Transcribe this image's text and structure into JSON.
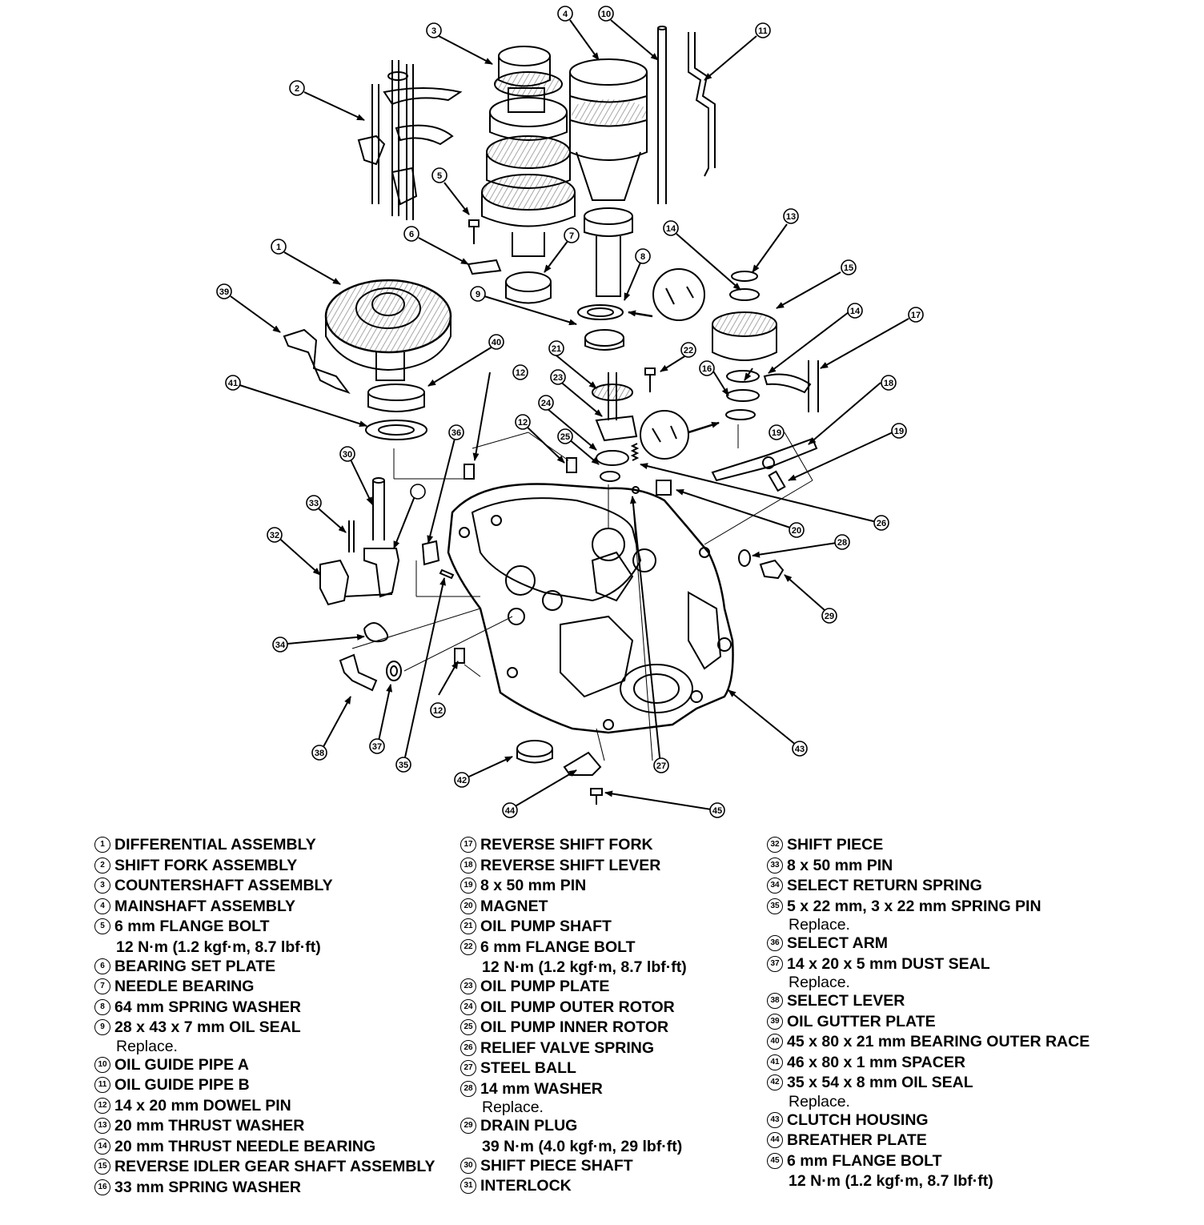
{
  "callouts": {
    "c1": "1",
    "c2": "2",
    "c3": "3",
    "c4": "4",
    "c5": "5",
    "c6": "6",
    "c7": "7",
    "c8": "8",
    "c9": "9",
    "c10": "10",
    "c11": "11",
    "c12a": "12",
    "c12b": "12",
    "c12c": "12",
    "c13": "13",
    "c14a": "14",
    "c14b": "14",
    "c15": "15",
    "c16": "16",
    "c17": "17",
    "c18": "18",
    "c19a": "19",
    "c19b": "19",
    "c20": "20",
    "c21": "21",
    "c22": "22",
    "c23": "23",
    "c24": "24",
    "c25": "25",
    "c26": "26",
    "c27": "27",
    "c28": "28",
    "c29": "29",
    "c30": "30",
    "c32": "32",
    "c33": "33",
    "c34": "34",
    "c35": "35",
    "c36": "36",
    "c37": "37",
    "c38": "38",
    "c39": "39",
    "c40": "40",
    "c41": "41",
    "c42": "42",
    "c43": "43",
    "c44": "44",
    "c45": "45"
  },
  "legend": {
    "col1": [
      {
        "num": "1",
        "text": "DIFFERENTIAL ASSEMBLY"
      },
      {
        "num": "2",
        "text": "SHIFT FORK ASSEMBLY"
      },
      {
        "num": "3",
        "text": "COUNTERSHAFT ASSEMBLY"
      },
      {
        "num": "4",
        "text": "MAINSHAFT ASSEMBLY"
      },
      {
        "num": "5",
        "text": "6 mm FLANGE BOLT",
        "spec": "12 N·m (1.2 kgf·m, 8.7 lbf·ft)"
      },
      {
        "num": "6",
        "text": "BEARING SET PLATE"
      },
      {
        "num": "7",
        "text": "NEEDLE BEARING"
      },
      {
        "num": "8",
        "text": "64 mm SPRING WASHER"
      },
      {
        "num": "9",
        "text": "28 x 43 x 7 mm OIL SEAL",
        "note": "Replace."
      },
      {
        "num": "10",
        "text": "OIL GUIDE PIPE A"
      },
      {
        "num": "11",
        "text": "OIL GUIDE PIPE B"
      },
      {
        "num": "12",
        "text": "14 x 20 mm DOWEL PIN"
      },
      {
        "num": "13",
        "text": "20 mm THRUST WASHER"
      },
      {
        "num": "14",
        "text": "20 mm THRUST NEEDLE BEARING"
      },
      {
        "num": "15",
        "text": "REVERSE IDLER GEAR SHAFT ASSEMBLY"
      },
      {
        "num": "16",
        "text": "33 mm SPRING WASHER"
      }
    ],
    "col2": [
      {
        "num": "17",
        "text": "REVERSE SHIFT FORK"
      },
      {
        "num": "18",
        "text": "REVERSE SHIFT LEVER"
      },
      {
        "num": "19",
        "text": "8 x 50 mm PIN"
      },
      {
        "num": "20",
        "text": "MAGNET"
      },
      {
        "num": "21",
        "text": "OIL PUMP SHAFT"
      },
      {
        "num": "22",
        "text": "6 mm FLANGE BOLT",
        "spec": "12 N·m (1.2 kgf·m, 8.7 lbf·ft)"
      },
      {
        "num": "23",
        "text": "OIL PUMP PLATE"
      },
      {
        "num": "24",
        "text": "OIL PUMP OUTER ROTOR"
      },
      {
        "num": "25",
        "text": "OIL PUMP INNER ROTOR"
      },
      {
        "num": "26",
        "text": "RELIEF VALVE SPRING"
      },
      {
        "num": "27",
        "text": "STEEL BALL"
      },
      {
        "num": "28",
        "text": "14 mm WASHER",
        "note": "Replace."
      },
      {
        "num": "29",
        "text": "DRAIN PLUG",
        "spec": "39 N·m (4.0 kgf·m, 29 lbf·ft)"
      },
      {
        "num": "30",
        "text": "SHIFT PIECE SHAFT"
      },
      {
        "num": "31",
        "text": "INTERLOCK"
      }
    ],
    "col3": [
      {
        "num": "32",
        "text": "SHIFT PIECE"
      },
      {
        "num": "33",
        "text": "8 x 50 mm PIN"
      },
      {
        "num": "34",
        "text": "SELECT RETURN SPRING"
      },
      {
        "num": "35",
        "text": "5 x 22 mm, 3 x 22 mm SPRING PIN",
        "note": "Replace."
      },
      {
        "num": "36",
        "text": "SELECT ARM"
      },
      {
        "num": "37",
        "text": "14 x 20 x 5 mm DUST SEAL",
        "note": "Replace."
      },
      {
        "num": "38",
        "text": "SELECT LEVER"
      },
      {
        "num": "39",
        "text": "OIL GUTTER PLATE"
      },
      {
        "num": "40",
        "text": "45 x 80 x 21 mm BEARING OUTER RACE"
      },
      {
        "num": "41",
        "text": "46 x 80 x 1 mm SPACER"
      },
      {
        "num": "42",
        "text": "35 x 54 x 8 mm OIL SEAL",
        "note": "Replace."
      },
      {
        "num": "43",
        "text": "CLUTCH HOUSING"
      },
      {
        "num": "44",
        "text": "BREATHER PLATE"
      },
      {
        "num": "45",
        "text": "6 mm FLANGE BOLT",
        "spec": "12 N·m (1.2 kgf·m, 8.7 lbf·ft)"
      }
    ]
  }
}
